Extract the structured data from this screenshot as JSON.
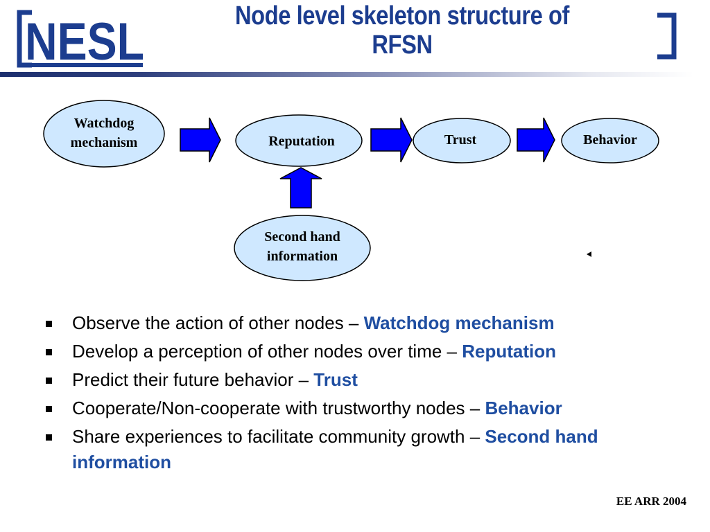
{
  "header": {
    "logo_text": "NESL",
    "title_line1": "Node level skeleton structure of",
    "title_line2": "RFSN"
  },
  "diagram": {
    "nodes": {
      "watchdog_line1": "Watchdog",
      "watchdog_line2": "mechanism",
      "reputation": "Reputation",
      "trust": "Trust",
      "behavior": "Behavior",
      "second_hand_line1": "Second hand",
      "second_hand_line2": "information"
    },
    "colors": {
      "node_fill": "#cfe8ff",
      "arrow_fill": "#0000ff",
      "node_stroke": "#000000"
    }
  },
  "bullets": [
    {
      "text": "Observe the action of other nodes – ",
      "highlight": "Watchdog mechanism"
    },
    {
      "text": "Develop a perception of other nodes over time – ",
      "highlight": "Reputation"
    },
    {
      "text": "Predict their future behavior – ",
      "highlight": "Trust"
    },
    {
      "text": "Cooperate/Non-cooperate with trustworthy nodes – ",
      "highlight": "Behavior"
    },
    {
      "text": "Share experiences to facilitate community growth – ",
      "highlight": "Second hand information"
    }
  ],
  "footer": {
    "text": "EE ARR 2004"
  },
  "colors": {
    "title": "#1c3d8f",
    "highlight": "#1f4ea1"
  }
}
